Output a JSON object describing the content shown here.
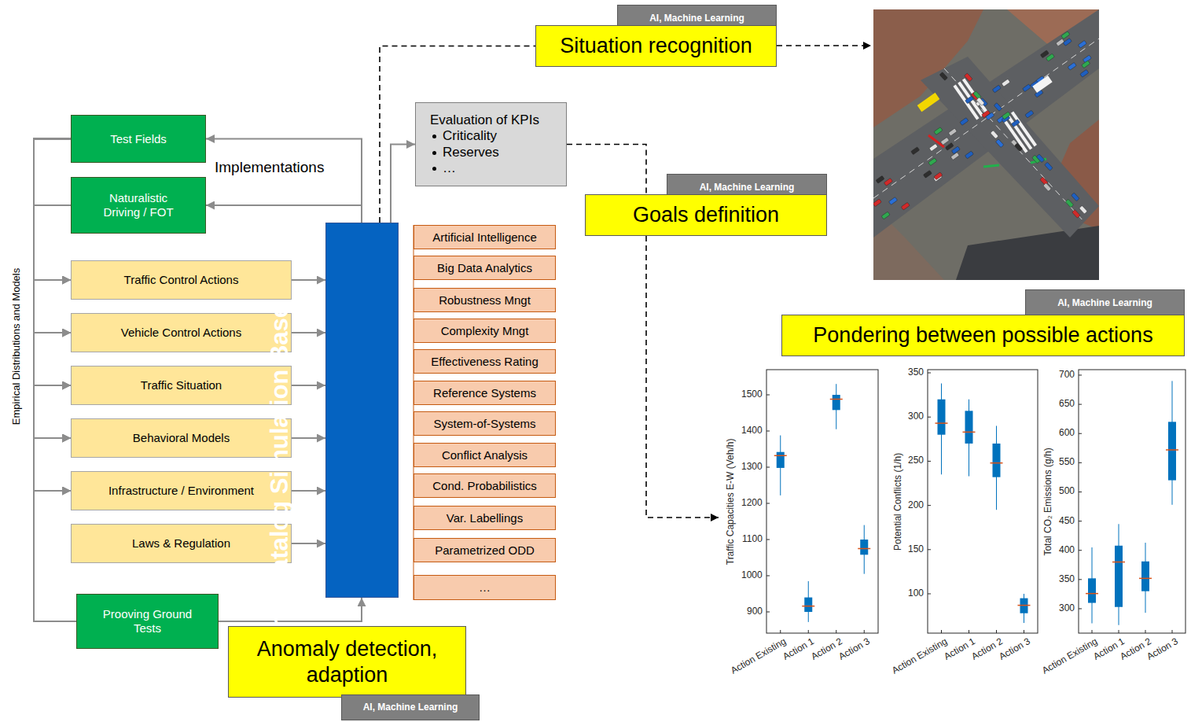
{
  "diagram": {
    "nodes": [
      {
        "text": [
          "Test Fields"
        ]
      },
      {
        "text": [
          "Naturalistic Driving / FOT"
        ]
      },
      {
        "text": [
          "Traffic Control Actions"
        ]
      },
      {
        "text": [
          "Vehicle Control Actions"
        ]
      },
      {
        "text": [
          "Traffic Situation"
        ]
      },
      {
        "text": [
          "Behavioral Models"
        ]
      },
      {
        "text": [
          "Infrastructure / Environment"
        ]
      },
      {
        "text": [
          "Laws & Regulation"
        ]
      },
      {
        "text": [
          "Prooving Ground Tests"
        ]
      },
      {
        "text": [
          "Scenario Catalog Simulation Base"
        ]
      },
      {
        "text": [
          "Artificial Intelligence"
        ]
      },
      {
        "text": [
          "Big Data Analytics"
        ]
      },
      {
        "text": [
          "Robustness Mngt"
        ]
      },
      {
        "text": [
          "Complexity Mngt"
        ]
      },
      {
        "text": [
          "Effectiveness Rating"
        ]
      },
      {
        "text": [
          "Reference Systems"
        ]
      },
      {
        "text": [
          "System-of-Systems"
        ]
      },
      {
        "text": [
          "Conflict Analysis"
        ]
      },
      {
        "text": [
          "Cond. Probabilistics"
        ]
      },
      {
        "text": [
          "Var. Labellings"
        ]
      },
      {
        "text": [
          "Parametrized ODD"
        ]
      },
      {
        "text": [
          "…"
        ]
      },
      {
        "text": [
          "Evaluation of KPIs",
          "Criticality",
          "Reserves",
          "…"
        ]
      },
      {
        "text": [
          "AI, Machine Learning"
        ]
      },
      {
        "text": [
          "Situation recognition"
        ]
      },
      {
        "text": [
          "AI, Machine Learning"
        ]
      },
      {
        "text": [
          "Goals definition"
        ]
      },
      {
        "text": [
          "AI, Machine Learning"
        ]
      },
      {
        "text": [
          "Pondering between possible actions"
        ]
      },
      {
        "text": [
          "Anomaly detection, adaption"
        ]
      },
      {
        "text": [
          "AI, Machine Learning"
        ]
      }
    ],
    "edges": [
      {
        "from": 0,
        "to": 2,
        "arrow": "to"
      },
      {
        "from": 0,
        "to": 3,
        "arrow": "to"
      },
      {
        "from": 0,
        "to": 4,
        "arrow": "to"
      },
      {
        "from": 0,
        "to": 5,
        "arrow": "to"
      },
      {
        "from": 0,
        "to": 6,
        "arrow": "to"
      },
      {
        "from": 1,
        "to": 2,
        "arrow": "to"
      },
      {
        "from": 1,
        "to": 3,
        "arrow": "to"
      },
      {
        "from": 1,
        "to": 4,
        "arrow": "to"
      },
      {
        "from": 1,
        "to": 5,
        "arrow": "to"
      },
      {
        "from": 1,
        "to": 6,
        "arrow": "to"
      },
      {
        "from": 8,
        "to": 2,
        "arrow": "to"
      },
      {
        "from": 8,
        "to": 3,
        "arrow": "to"
      },
      {
        "from": 8,
        "to": 4,
        "arrow": "to"
      },
      {
        "from": 8,
        "to": 5,
        "arrow": "to"
      },
      {
        "from": 8,
        "to": 6,
        "arrow": "to"
      },
      {
        "from": 2,
        "to": 9,
        "arrow": "to"
      },
      {
        "from": 3,
        "to": 9,
        "arrow": "to"
      },
      {
        "from": 4,
        "to": 9,
        "arrow": "to"
      },
      {
        "from": 5,
        "to": 9,
        "arrow": "to"
      },
      {
        "from": 6,
        "to": 9,
        "arrow": "to"
      },
      {
        "from": 7,
        "to": 9,
        "arrow": "to"
      },
      {
        "from": 9,
        "to": 0,
        "arrow": "to"
      },
      {
        "from": 9,
        "to": 1,
        "arrow": "to"
      },
      {
        "from": 8,
        "to": 9,
        "arrow": "to"
      },
      {
        "from": 9,
        "to": 22,
        "arrow": "to"
      },
      {
        "from": 9,
        "to": 24,
        "arrow": "none"
      },
      {
        "from": 22,
        "to": 26,
        "arrow": "none"
      }
    ],
    "labels": [
      "Implementations",
      "Empirical Distributions and Models",
      "Traffic Capacities E-W (Veh/h)",
      "900",
      "1000",
      "1100",
      "1200",
      "1300",
      "1400",
      "1500",
      "Action Existing",
      "Action 1",
      "Action 2",
      "Action 3",
      "Potential Conflicts (1/h)",
      "100",
      "150",
      "200",
      "250",
      "300",
      "350",
      "Action Existing",
      "Action 1",
      "Action 2",
      "Action 3",
      "Total CO₂ Emissions (g/h)",
      "300",
      "350",
      "400",
      "450",
      "500",
      "550",
      "600",
      "650",
      "700",
      "Action Existing",
      "Action 1",
      "Action 2",
      "Action 3"
    ]
  }
}
